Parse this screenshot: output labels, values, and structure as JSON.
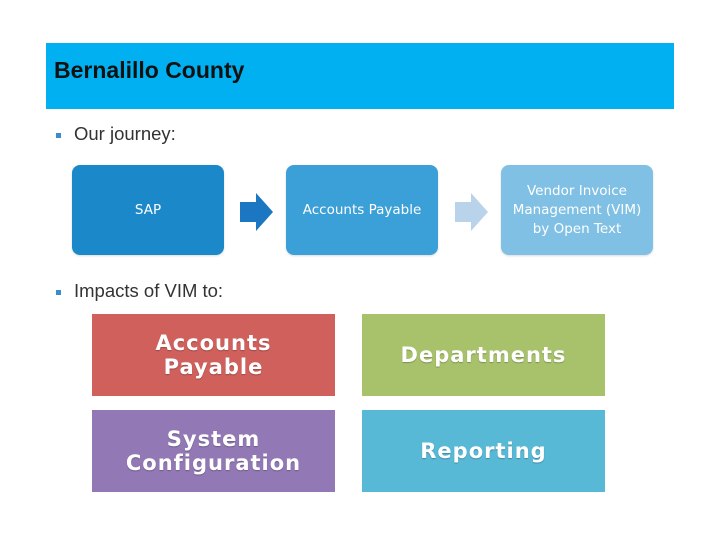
{
  "slide": {
    "title": "Bernalillo County",
    "bullets": [
      "Our journey:",
      "Impacts of VIM to:"
    ]
  },
  "journey": {
    "steps": [
      {
        "label": "SAP",
        "color": "#1b88c9"
      },
      {
        "label": "Accounts Payable",
        "color": "#3b9fd8"
      },
      {
        "label": "Vendor Invoice Management (VIM) by Open Text",
        "color": "#7fc0e4"
      }
    ],
    "arrow_colors": [
      "#1b77c1",
      "#b9d3ea"
    ]
  },
  "impacts": {
    "tiles": [
      {
        "label": "Accounts\nPayable",
        "color": "#d0605c"
      },
      {
        "label": "Departments",
        "color": "#a8c26c"
      },
      {
        "label": "System\nConfiguration",
        "color": "#9279b5"
      },
      {
        "label": "Reporting",
        "color": "#58b9d6"
      }
    ]
  }
}
